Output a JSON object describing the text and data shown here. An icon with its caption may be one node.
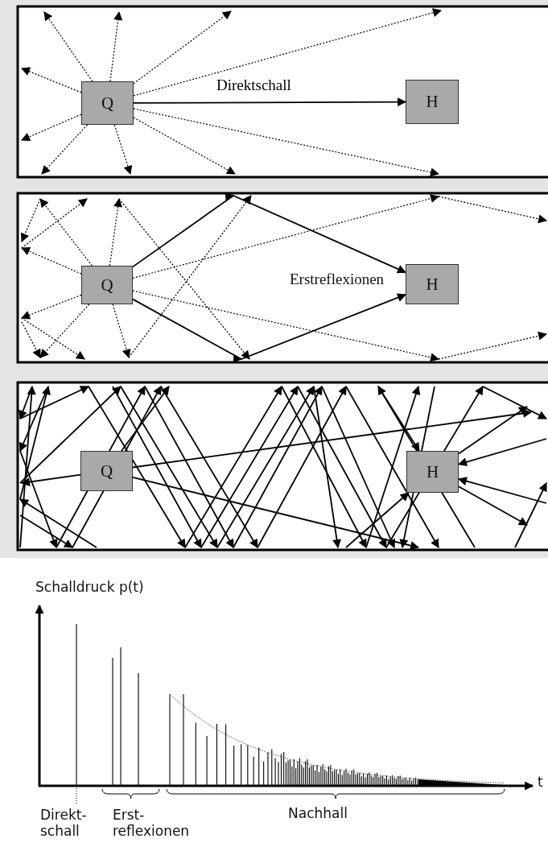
{
  "diagram": {
    "nodes": [
      {
        "text": [
          "Q"
        ]
      },
      {
        "text": [
          "H"
        ]
      },
      {
        "text": [
          "Q"
        ]
      },
      {
        "text": [
          "H"
        ]
      },
      {
        "text": [
          "Q"
        ]
      },
      {
        "text": [
          "H"
        ]
      }
    ],
    "edges": [
      {
        "from": 0,
        "to": 1,
        "arrow": "to",
        "label": "Direktschall"
      },
      {
        "from": 0,
        "to": null,
        "arrow": "to",
        "style": "dashed"
      },
      {
        "from": 0,
        "to": null,
        "arrow": "to",
        "style": "dashed"
      },
      {
        "from": 0,
        "to": null,
        "arrow": "to",
        "style": "dashed"
      },
      {
        "from": 0,
        "to": null,
        "arrow": "to",
        "style": "dashed"
      },
      {
        "from": 0,
        "to": null,
        "arrow": "to",
        "style": "dashed"
      },
      {
        "from": 0,
        "to": null,
        "arrow": "to",
        "style": "dashed"
      },
      {
        "from": 0,
        "to": null,
        "arrow": "to",
        "style": "dashed"
      },
      {
        "from": 0,
        "to": null,
        "arrow": "to",
        "style": "dashed"
      },
      {
        "from": 0,
        "to": null,
        "arrow": "to",
        "style": "dashed"
      },
      {
        "from": 0,
        "to": null,
        "arrow": "to",
        "style": "dashed"
      },
      {
        "from": 2,
        "to": 3,
        "arrow": "to"
      },
      {
        "from": 2,
        "to": 3,
        "arrow": "to"
      },
      {
        "from": 2,
        "to": null,
        "arrow": "to",
        "style": "dashed"
      },
      {
        "from": 2,
        "to": null,
        "arrow": "to",
        "style": "dashed"
      },
      {
        "from": 2,
        "to": null,
        "arrow": "to",
        "style": "dashed"
      },
      {
        "from": 2,
        "to": null,
        "arrow": "to",
        "style": "dashed"
      },
      {
        "from": 2,
        "to": null,
        "arrow": "to",
        "style": "dashed"
      },
      {
        "from": 2,
        "to": null,
        "arrow": "to",
        "style": "dashed"
      },
      {
        "from": 2,
        "to": null,
        "arrow": "to",
        "style": "dashed"
      },
      {
        "from": 2,
        "to": null,
        "arrow": "to",
        "style": "dashed"
      },
      {
        "from": null,
        "to": 5,
        "arrow": "to"
      },
      {
        "from": null,
        "to": 5,
        "arrow": "to"
      },
      {
        "from": null,
        "to": 5,
        "arrow": "to"
      },
      {
        "from": null,
        "to": 5,
        "arrow": "to"
      },
      {
        "from": 5,
        "to": null,
        "arrow": "to"
      },
      {
        "from": 5,
        "to": null,
        "arrow": "to"
      },
      {
        "from": 4,
        "to": null,
        "arrow": "to"
      },
      {
        "from": 4,
        "to": null,
        "arrow": "to"
      },
      {
        "from": 4,
        "to": null,
        "arrow": "to"
      },
      {
        "from": 4,
        "to": null,
        "arrow": "to"
      }
    ],
    "labels": [
      "Erstreflexionen",
      "Schalldruck p(t)",
      "t",
      "Direkt- schall",
      "Erst- reflexionen",
      "Nachhall"
    ]
  }
}
